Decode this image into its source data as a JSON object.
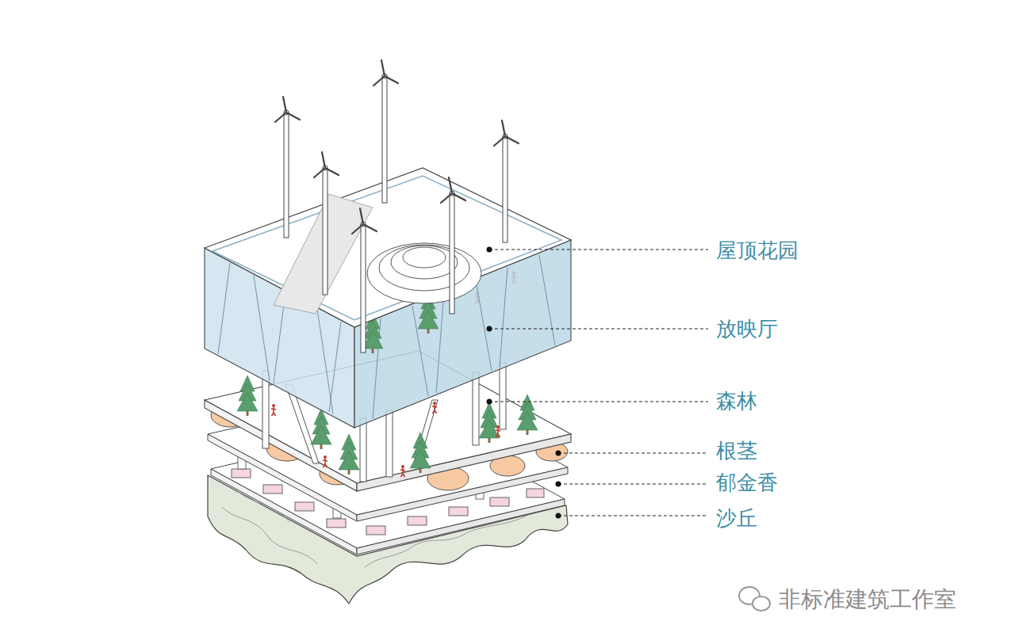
{
  "diagram": {
    "labels": [
      "屋顶花园",
      "放映厅",
      "森林",
      "根茎",
      "郁金香",
      "沙丘",
      "非标准建筑工作室"
    ]
  }
}
